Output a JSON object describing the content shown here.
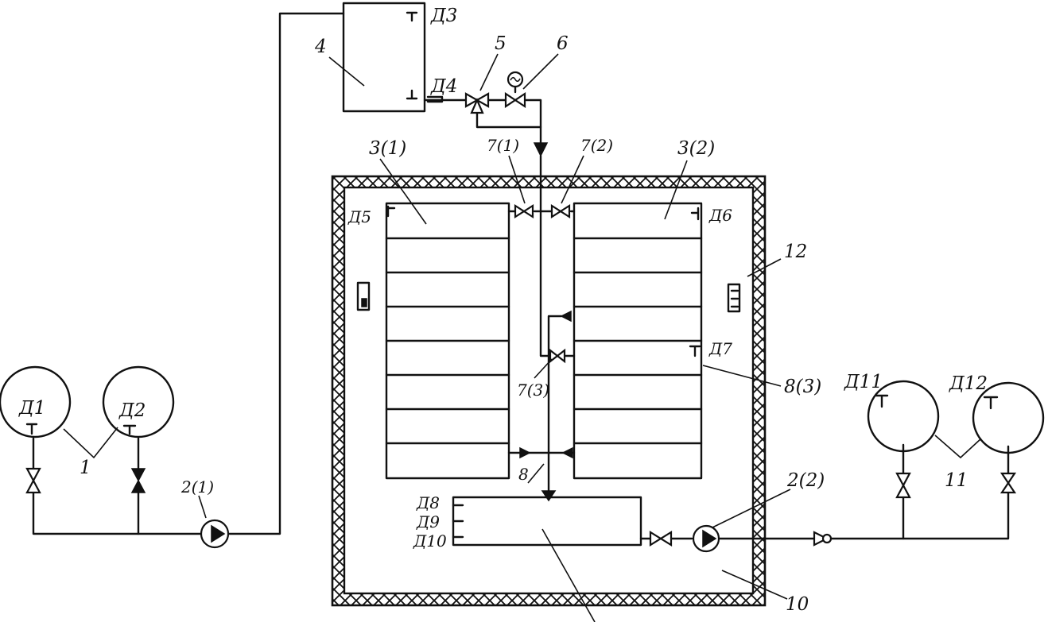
{
  "labels": {
    "supply_tanks": "1",
    "pump_1": "2(1)",
    "pump_2": "2(2)",
    "expansion_tank": "4",
    "valve_5": "5",
    "valve_6": "6",
    "panel_1": "3(1)",
    "panel_2": "3(2)",
    "valve_7_1": "7(1)",
    "valve_7_2": "7(2)",
    "valve_7_3": "7(3)",
    "item_8": "8",
    "item_8_3": "8(3)",
    "chamber": "10",
    "drain_tanks": "11",
    "insulation": "12"
  },
  "sensors": {
    "d1": "Д1",
    "d2": "Д2",
    "d3": "Д3",
    "d4": "Д4",
    "d5": "Д5",
    "d6": "Д6",
    "d7": "Д7",
    "d8": "Д8",
    "d9": "Д9",
    "d10": "Д10",
    "d11": "Д11",
    "d12": "Д12"
  },
  "icons": {
    "pump": "pump-icon",
    "valve": "gate-valve-icon",
    "three_way_valve": "three-way-valve-icon",
    "gauge": "pressure-gauge-icon",
    "check_valve": "check-valve-icon",
    "flow_arrow": "flow-arrow-icon"
  },
  "colors": {
    "line": "#111111",
    "background": "#ffffff"
  }
}
